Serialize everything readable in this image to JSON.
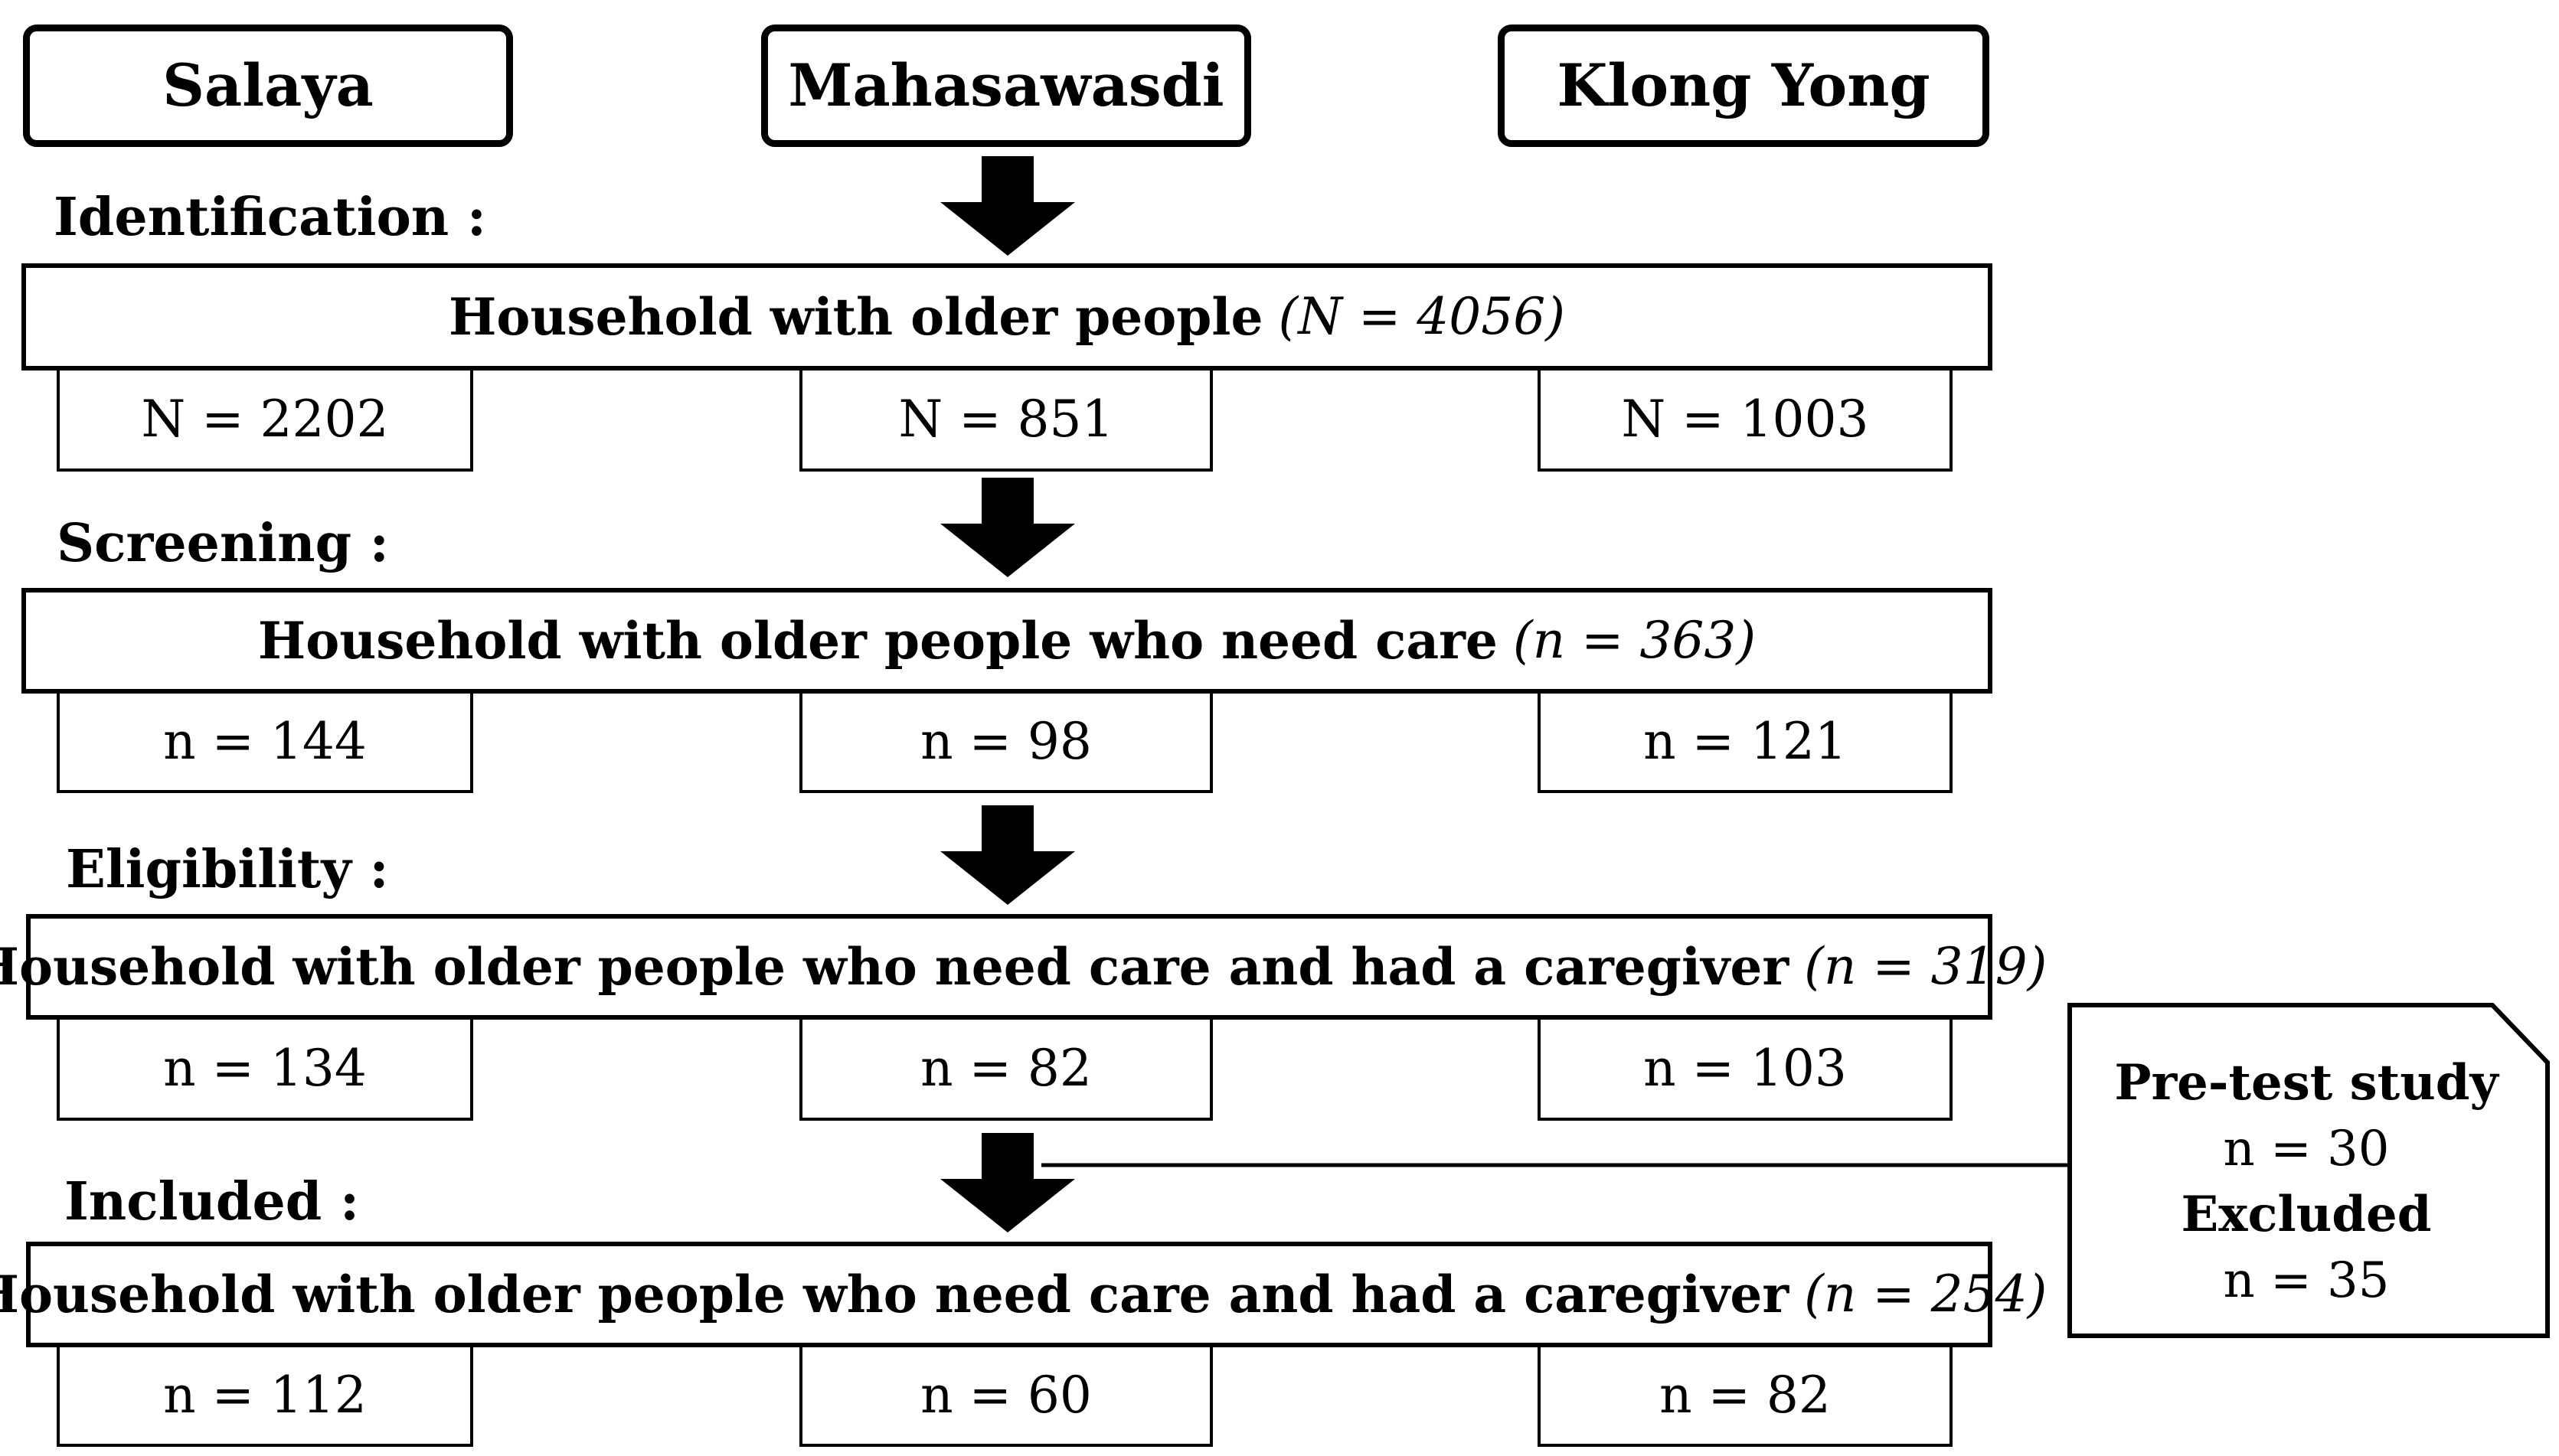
{
  "sites": [
    "Salaya",
    "Mahasawasdi",
    "Klong Yong"
  ],
  "stages": [
    {
      "heading": "Identification :",
      "box_label": "Household with older people",
      "box_count": "(N = 4056)",
      "site_counts": [
        "N = 2202",
        "N = 851",
        "N = 1003"
      ]
    },
    {
      "heading": "Screening :",
      "box_label": "Household with older people who need care",
      "box_count": "(n = 363)",
      "site_counts": [
        "n = 144",
        "n = 98",
        "n = 121"
      ]
    },
    {
      "heading": "Eligibility :",
      "box_label": "Household with older people who need care and had a caregiver",
      "box_count": "(n = 319)",
      "site_counts": [
        "n = 134",
        "n = 82",
        "n = 103"
      ]
    },
    {
      "heading": "Included :",
      "box_label": "Household with older people who need care and had a caregiver",
      "box_count": "(n = 254)",
      "site_counts": [
        "n = 112",
        "n = 60",
        "n = 82"
      ]
    }
  ],
  "side_note": {
    "pretest_label": "Pre-test study",
    "pretest_count": "n = 30",
    "excluded_label": "Excluded",
    "excluded_count": "n = 35"
  }
}
